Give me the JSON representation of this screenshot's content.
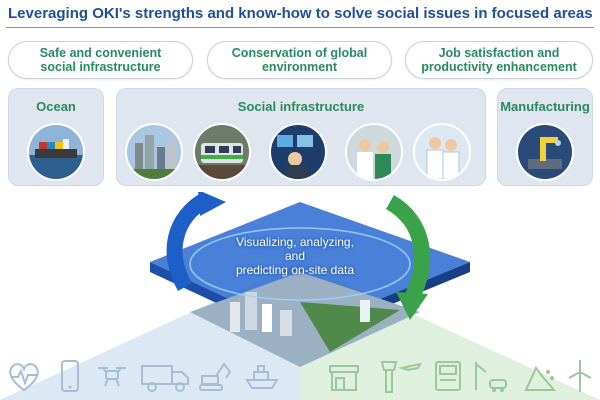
{
  "header": {
    "title": "Leveraging OKI's strengths and know-how to solve social issues in focused areas"
  },
  "themes": [
    {
      "line1": "Safe and convenient",
      "line2": "social infrastructure"
    },
    {
      "line1": "Conservation of global",
      "line2": "environment"
    },
    {
      "line1": "Job satisfaction and",
      "line2": "productivity enhancement"
    }
  ],
  "areas": {
    "ocean": "Ocean",
    "social_infrastructure": "Social infrastructure",
    "manufacturing": "Manufacturing"
  },
  "center": {
    "line1": "Visualizing, analyzing,",
    "line2": "and",
    "line3": "predicting on-site data"
  },
  "colors": {
    "title_blue": "#1f4e9a",
    "green_text": "#2a8a5c",
    "panel_bg": "#dfe6ef",
    "arrow_blue": "#1d5fc7",
    "arrow_green": "#3aa34a"
  },
  "icons_left": [
    "heart-rate-icon",
    "smartphone-icon",
    "drone-icon",
    "truck-icon",
    "excavator-icon",
    "ship-icon"
  ],
  "icons_right": [
    "store-icon",
    "control-tower-icon",
    "atm-icon",
    "traffic-camera-icon",
    "landslide-icon",
    "wind-turbine-icon"
  ]
}
